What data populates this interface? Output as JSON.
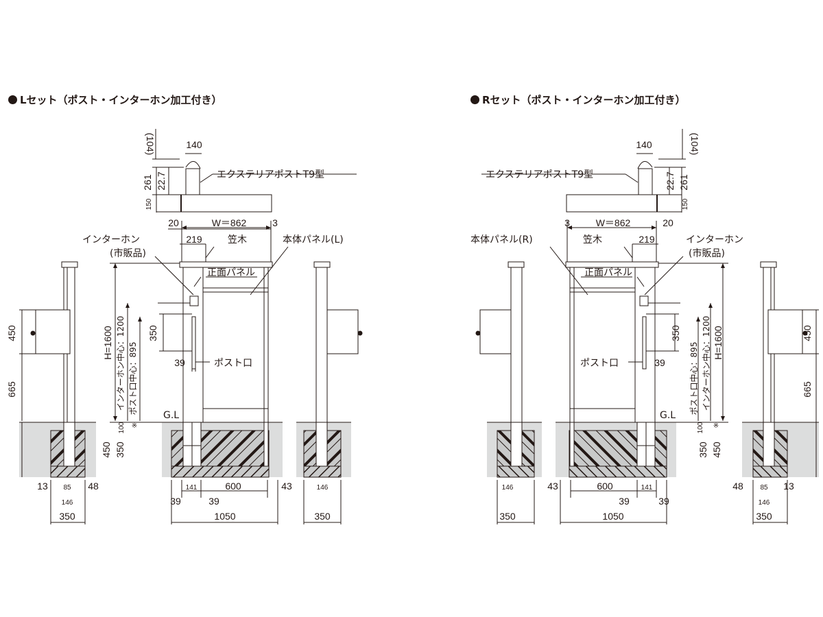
{
  "left_set": {
    "title": "Lセット（ポスト・インターホン加工付き）",
    "dims": {
      "d104": "(104)",
      "d140": "140",
      "d261": "261",
      "d227": "22.7",
      "d150": "150",
      "d20": "20",
      "w862": "W＝862",
      "d3": "3",
      "d219": "219",
      "d450": "450",
      "d665": "665",
      "h1600": "H=1600",
      "intercom_center": "インターホン中心：1200",
      "post_center": "ポスト口中心：895",
      "d350": "350",
      "d39": "39",
      "d100": "100",
      "mark": "※",
      "d450b": "450",
      "d350b": "350",
      "d13": "13",
      "d85": "85",
      "d48": "48",
      "d146": "146",
      "d350w": "350",
      "d141": "141",
      "d600": "600",
      "d43": "43",
      "d39a": "39",
      "d39b": "39",
      "d1050": "1050",
      "d146r": "146",
      "d350r": "350"
    },
    "labels": {
      "post": "エクステリアポストT9型",
      "intercom": "インターホン",
      "intercom_sub": "(市販品)",
      "kasagi": "笠木",
      "body_panel": "本体パネル(L)",
      "front_panel": "正面パネル",
      "post_slot": "ポスト口",
      "gl": "G.L"
    }
  },
  "right_set": {
    "title": "Rセット（ポスト・インターホン加工付き）",
    "dims": {
      "d104": "(104)",
      "d140": "140",
      "d261": "261",
      "d227": "22.7",
      "d150": "150",
      "d3": "3",
      "w862": "W＝862",
      "d20": "20",
      "d219": "219",
      "d450": "450",
      "d665": "665",
      "h1600": "H=1600",
      "intercom_center": "インターホン中心：1200",
      "post_center": "ポスト口中心：895",
      "d350": "350",
      "d39": "39",
      "d100": "100",
      "mark": "※",
      "d450b": "450",
      "d350b": "350",
      "d13": "13",
      "d85": "85",
      "d48": "48",
      "d146": "146",
      "d350w": "350",
      "d141": "141",
      "d600": "600",
      "d43": "43",
      "d39a": "39",
      "d39b": "39",
      "d1050": "1050",
      "d146l": "146",
      "d350l": "350"
    },
    "labels": {
      "post": "エクステリアポストT9型",
      "intercom": "インターホン",
      "intercom_sub": "(市販品)",
      "kasagi": "笠木",
      "body_panel": "本体パネル(R)",
      "front_panel": "正面パネル",
      "post_slot": "ポスト口",
      "gl": "G.L"
    }
  },
  "colors": {
    "ink": "#231815",
    "ground": "#dcdddd",
    "concrete": "#c9caca"
  }
}
